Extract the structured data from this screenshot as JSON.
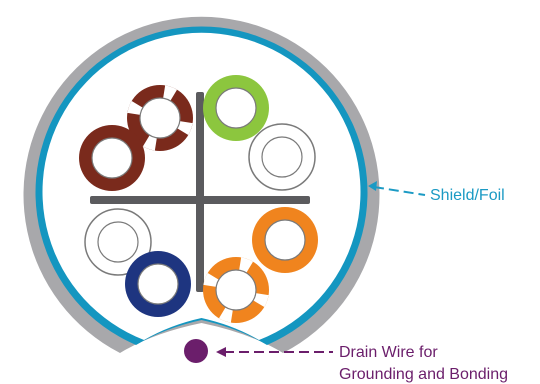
{
  "callouts": {
    "shield": {
      "label": "Shield/Foil",
      "color": "#1b9ac4"
    },
    "drain": {
      "line1": "Drain Wire for",
      "line2": "Grounding and Bonding",
      "color": "#6b1e6b"
    }
  },
  "colors": {
    "jacket": "#a8a8ab",
    "shield": "#1496c0",
    "spline": "#5b5b5e",
    "drain_wire": "#6b1e6b",
    "conductor_outline": "#7a7a7a"
  },
  "conductors": [
    {
      "name": "conductor-brown-white",
      "color": "#7a2a1c",
      "striped": true
    },
    {
      "name": "conductor-brown",
      "color": "#7a2a1c",
      "striped": false
    },
    {
      "name": "conductor-green",
      "color": "#8cc63e",
      "striped": false
    },
    {
      "name": "conductor-white-top",
      "color": "#ffffff",
      "striped": false
    },
    {
      "name": "conductor-white-left",
      "color": "#ffffff",
      "striped": false
    },
    {
      "name": "conductor-orange",
      "color": "#f0841e",
      "striped": false
    },
    {
      "name": "conductor-blue",
      "color": "#1e3580",
      "striped": false
    },
    {
      "name": "conductor-orange-white",
      "color": "#f0841e",
      "striped": true
    }
  ]
}
